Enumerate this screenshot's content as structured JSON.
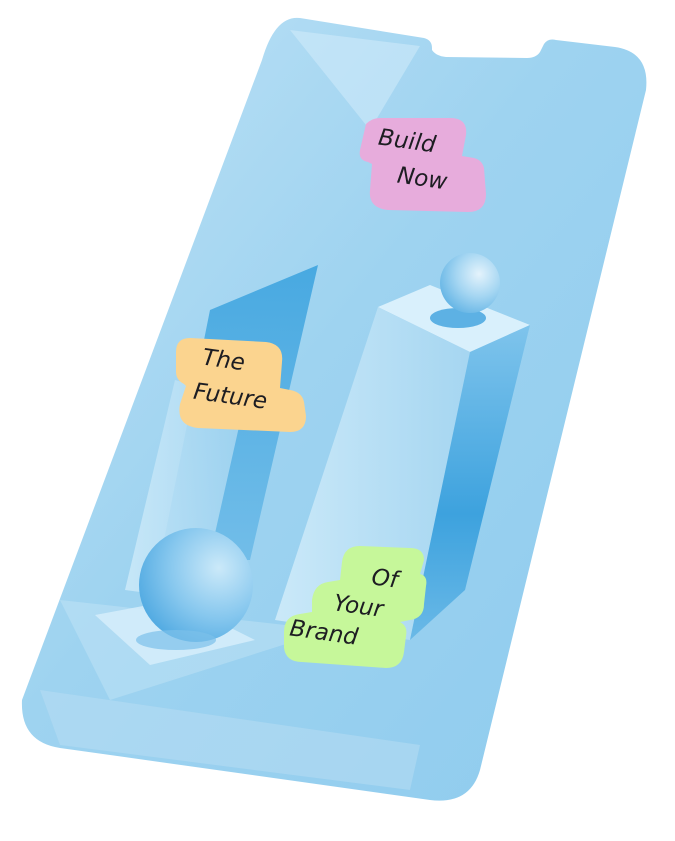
{
  "labels": {
    "build_now": {
      "line1": "Build",
      "line2": "Now",
      "color": "#e7acdc"
    },
    "the_future": {
      "line1": "The",
      "line2": "Future",
      "color": "#fbd48f"
    },
    "of_your_brand": {
      "line1": "Of",
      "line2": "Your",
      "line3": "Brand",
      "color": "#c6f79a"
    }
  },
  "colors": {
    "phone_body": "#9fd3f0",
    "phone_light": "#cbe8f7",
    "pillar_dark": "#3aa2de"
  },
  "icons": {
    "phone": "smartphone-icon",
    "sphere": "sphere-icon"
  }
}
